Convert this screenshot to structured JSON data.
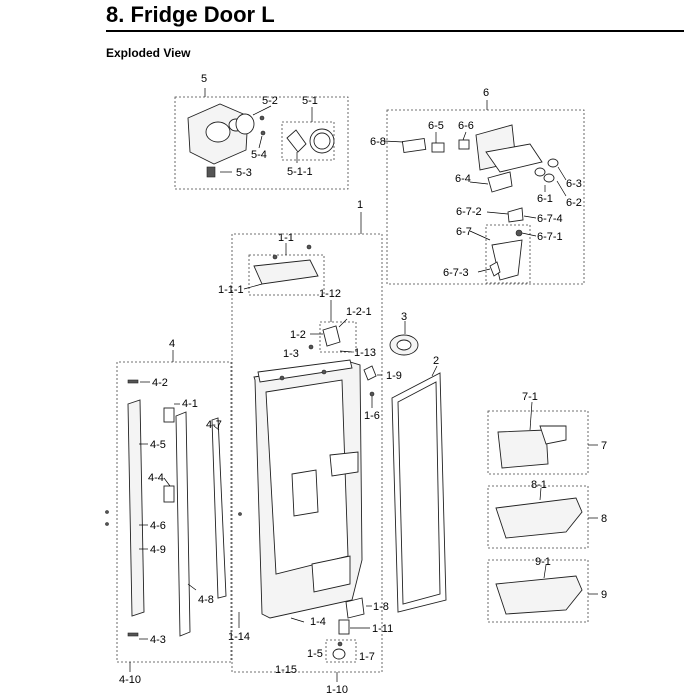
{
  "heading": "8.  Fridge Door L",
  "subheading": "Exploded View",
  "labels": {
    "l5": "5",
    "l5_2": "5-2",
    "l5_1": "5-1",
    "l5_4": "5-4",
    "l5_3": "5-3",
    "l5_1_1": "5-1-1",
    "l6": "6",
    "l6_8": "6-8",
    "l6_5": "6-5",
    "l6_6": "6-6",
    "l6_3": "6-3",
    "l6_4": "6-4",
    "l6_1": "6-1",
    "l6_2": "6-2",
    "l6_7_2": "6-7-2",
    "l6_7_4": "6-7-4",
    "l6_7": "6-7",
    "l6_7_1": "6-7-1",
    "l6_7_3": "6-7-3",
    "l1": "1",
    "l1_1": "1-1",
    "l1_1_1": "1-1-1",
    "l1_12": "1-12",
    "l1_2_1": "1-2-1",
    "l1_2": "1-2",
    "l1_3": "1-3",
    "l1_13": "1-13",
    "l1_9": "1-9",
    "l1_6": "1-6",
    "l3": "3",
    "l2": "2",
    "l4": "4",
    "l4_2": "4-2",
    "l4_1": "4-1",
    "l4_5": "4-5",
    "l4_7": "4-7",
    "l4_4": "4-4",
    "l4_6": "4-6",
    "l4_9": "4-9",
    "l4_8": "4-8",
    "l4_3": "4-3",
    "l4_10": "4-10",
    "l7_1": "7-1",
    "l7": "7",
    "l8_1": "8-1",
    "l8": "8",
    "l9_1": "9-1",
    "l9": "9",
    "l1_8": "1-8",
    "l1_4": "1-4",
    "l1_11": "1-11",
    "l1_14": "1-14",
    "l1_5": "1-5",
    "l1_7": "1-7",
    "l1_15": "1-15",
    "l1_10": "1-10"
  }
}
